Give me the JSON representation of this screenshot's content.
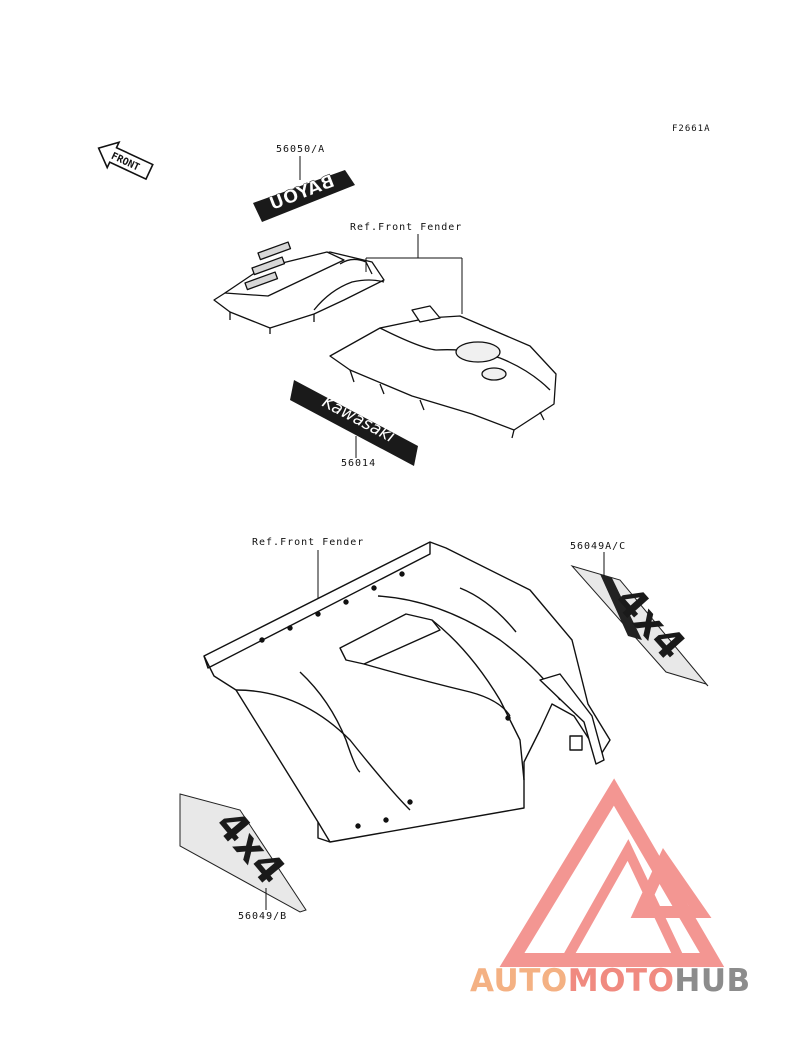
{
  "figure_code": "F2661A",
  "front_arrow": {
    "text": "FRONT"
  },
  "parts": [
    {
      "id": "p1",
      "number": "56050/A"
    },
    {
      "id": "p2",
      "number": "56014"
    },
    {
      "id": "p3",
      "number": "56049A/C"
    },
    {
      "id": "p4",
      "number": "56049/B"
    }
  ],
  "references": [
    {
      "id": "r1",
      "text": "Ref.Front Fender"
    },
    {
      "id": "r2",
      "text": "Ref.Front Fender"
    }
  ],
  "decals": {
    "bayou": "BAYOU",
    "kawasaki": "Kawasaki",
    "four_by_four": "4x4"
  },
  "watermark": {
    "part1": "AUTO",
    "part2": "MOTO",
    "part3": "HUB",
    "color1": "#f4b183",
    "color2": "#f08a80",
    "color3": "#8c8c8c",
    "logo_color": "#f28b87"
  }
}
